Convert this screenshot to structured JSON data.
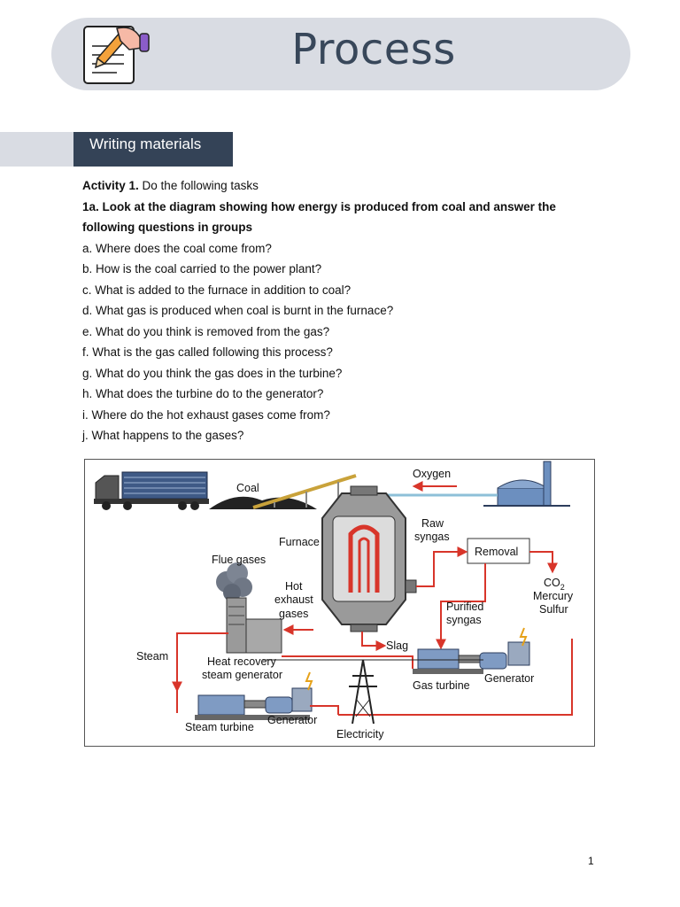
{
  "header": {
    "title": "Process"
  },
  "section": {
    "label": "Writing materials"
  },
  "activity": {
    "label": "Activity 1.",
    "instruction": "Do the following tasks"
  },
  "task": {
    "line1": "1a. Look at the diagram showing how energy is produced from coal and answer the",
    "line2": "following questions in groups"
  },
  "questions": [
    "a. Where does the coal come from?",
    "b. How is the coal carried to the power plant?",
    "c. What is added to the furnace in addition to coal?",
    "d. What gas is produced when coal is burnt in the furnace?",
    "e. What do you think is removed from the gas?",
    "f. What is the gas called following this process?",
    "g. What do you think the gas does in the turbine?",
    "h. What does the turbine do to the generator?",
    "i. Where do the hot exhaust gases come from?",
    "j. What happens to the gases?"
  ],
  "diagram": {
    "coal": "Coal",
    "oxygen": "Oxygen",
    "furnace": "Furnace",
    "raw_syngas": [
      "Raw",
      "syngas"
    ],
    "removal": "Removal",
    "co2_main": "CO",
    "co2_sub": "2",
    "mercury": "Mercury",
    "sulfur": "Sulfur",
    "flue_gases": "Flue gases",
    "hot_exhaust": [
      "Hot",
      "exhaust",
      "gases"
    ],
    "purified_syngas": [
      "Purified",
      "syngas"
    ],
    "slag": "Slag",
    "steam": "Steam",
    "heat_recovery": [
      "Heat recovery",
      "steam generator"
    ],
    "gas_turbine": "Gas turbine",
    "generator_1": "Generator",
    "generator_2": "Generator",
    "steam_turbine": "Steam turbine",
    "electricity": "Electricity"
  },
  "colors": {
    "arrow": "#d8352a",
    "header_bg": "#d9dce3",
    "section_bg": "#344357",
    "title": "#38475a"
  },
  "icons": [
    "writing-hand-icon"
  ],
  "page_number": "1"
}
